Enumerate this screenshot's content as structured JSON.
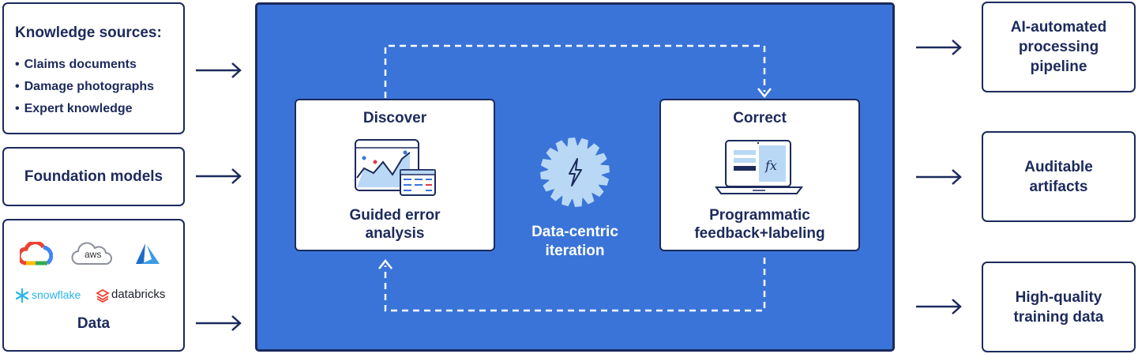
{
  "knowledge_sources": {
    "title": "Knowledge sources:",
    "items": [
      "Claims documents",
      "Damage photographs",
      "Expert knowledge"
    ]
  },
  "foundation_models": {
    "label": "Foundation models"
  },
  "data_box": {
    "label": "Data",
    "logos": {
      "aws": "aws",
      "snowflake": "snowflake",
      "databricks": "databricks"
    }
  },
  "center": {
    "discover": {
      "title": "Discover",
      "subtitle_line1": "Guided error",
      "subtitle_line2": "analysis"
    },
    "correct": {
      "title": "Correct",
      "subtitle_line1": "Programmatic",
      "subtitle_line2": "feedback+labeling"
    },
    "iteration": {
      "line1": "Data-centric",
      "line2": "iteration"
    }
  },
  "outputs": {
    "pipeline": {
      "line1": "AI-automated",
      "line2": "processing",
      "line3": "pipeline"
    },
    "artifacts": {
      "line1": "Auditable",
      "line2": "artifacts"
    },
    "training": {
      "line1": "High-quality",
      "line2": "training data"
    }
  },
  "colors": {
    "navy": "#1c2a5c",
    "panel_blue": "#3a74d8",
    "light_blue": "#b9d8f5"
  }
}
